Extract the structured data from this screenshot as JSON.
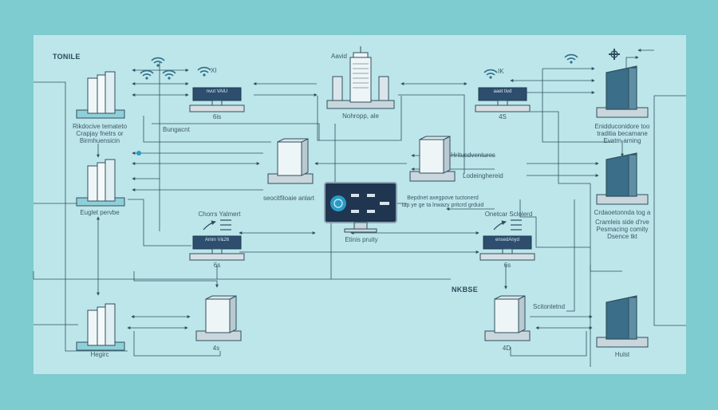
{
  "diagram": {
    "title": "Network topology diagram",
    "colors": {
      "background": "#7ecbd0",
      "panel": "#bde6ea",
      "line": "#2f4f5f",
      "screen": "#2d4e6e",
      "building_glass": "#3b6e88",
      "accent": "#2a9bc4"
    },
    "section_headers": {
      "top_left": "TONILE",
      "bottom_center": "NKBSE"
    },
    "nodes": {
      "hq_top_left": {
        "label_lines": [
          "Rikdocive temateto",
          "Crapjay fnetrs or",
          "Birmhuensicin"
        ],
        "icon": "office-building-icon"
      },
      "office_mid_left": {
        "label_lines": [
          "Euglet pervbe"
        ],
        "icon": "office-building-icon"
      },
      "office_bottom_left": {
        "label_lines": [
          "Hegirc"
        ],
        "icon": "office-building-icon"
      },
      "switch_top_left": {
        "screen_text": "nvut VAIU",
        "label": "6is",
        "wifi_label": "XI",
        "icon": "network-switch-icon"
      },
      "city_center": {
        "top_label": "Aavid",
        "label": "Nohropp, ale",
        "icon": "city-skyline-icon"
      },
      "switch_top_right": {
        "screen_text": "aaet tivd",
        "label": "4S",
        "wifi_label": "IK",
        "icon": "network-switch-icon"
      },
      "glass_tower_top_right": {
        "label_lines": [
          "Enidduconidore too",
          "traditia becamane",
          "Evatm arning"
        ],
        "icon": "glass-tower-icon"
      },
      "glass_tower_mid_right": {
        "label_lines": [
          "Crdaoetonnda tog a",
          "Cramleis side d'rve",
          "Pesmacing comity",
          "Dsence tkt"
        ],
        "icon": "glass-tower-icon"
      },
      "glass_tower_bottom_right": {
        "label_lines": [
          "Hulst"
        ],
        "icon": "glass-tower-icon"
      },
      "office_center_left": {
        "label_lines": [
          "seocitfiloaie anlart"
        ],
        "inline_label": "Bungacnt",
        "icon": "office-building-icon"
      },
      "office_center_right": {
        "label_lines": [
          "Bepdnet axegpove tuctonerd",
          "tap ye ge ta lnwazy pritcrd grduid"
        ],
        "side_labels": [
          "Hritucdventures",
          "Lodeinghereid"
        ],
        "icon": "office-building-icon"
      },
      "monitor_center": {
        "label": "Etinis pruity",
        "icon": "monitor-dashboard-icon"
      },
      "server_mid_left": {
        "title": "Chorrs Yalmert",
        "screen_text": "Arnin V&26",
        "label": "6s",
        "icon": "server-icon"
      },
      "server_mid_right": {
        "title": "Onetcar Sclolerd",
        "screen_text": "ensedAnyd",
        "label": "6s",
        "icon": "server-icon"
      },
      "office_bottom_center": {
        "label": "4s",
        "icon": "office-building-icon"
      },
      "office_bottom_right": {
        "label": "4D",
        "side_label": "Scitontetnd",
        "icon": "office-building-icon"
      }
    }
  }
}
